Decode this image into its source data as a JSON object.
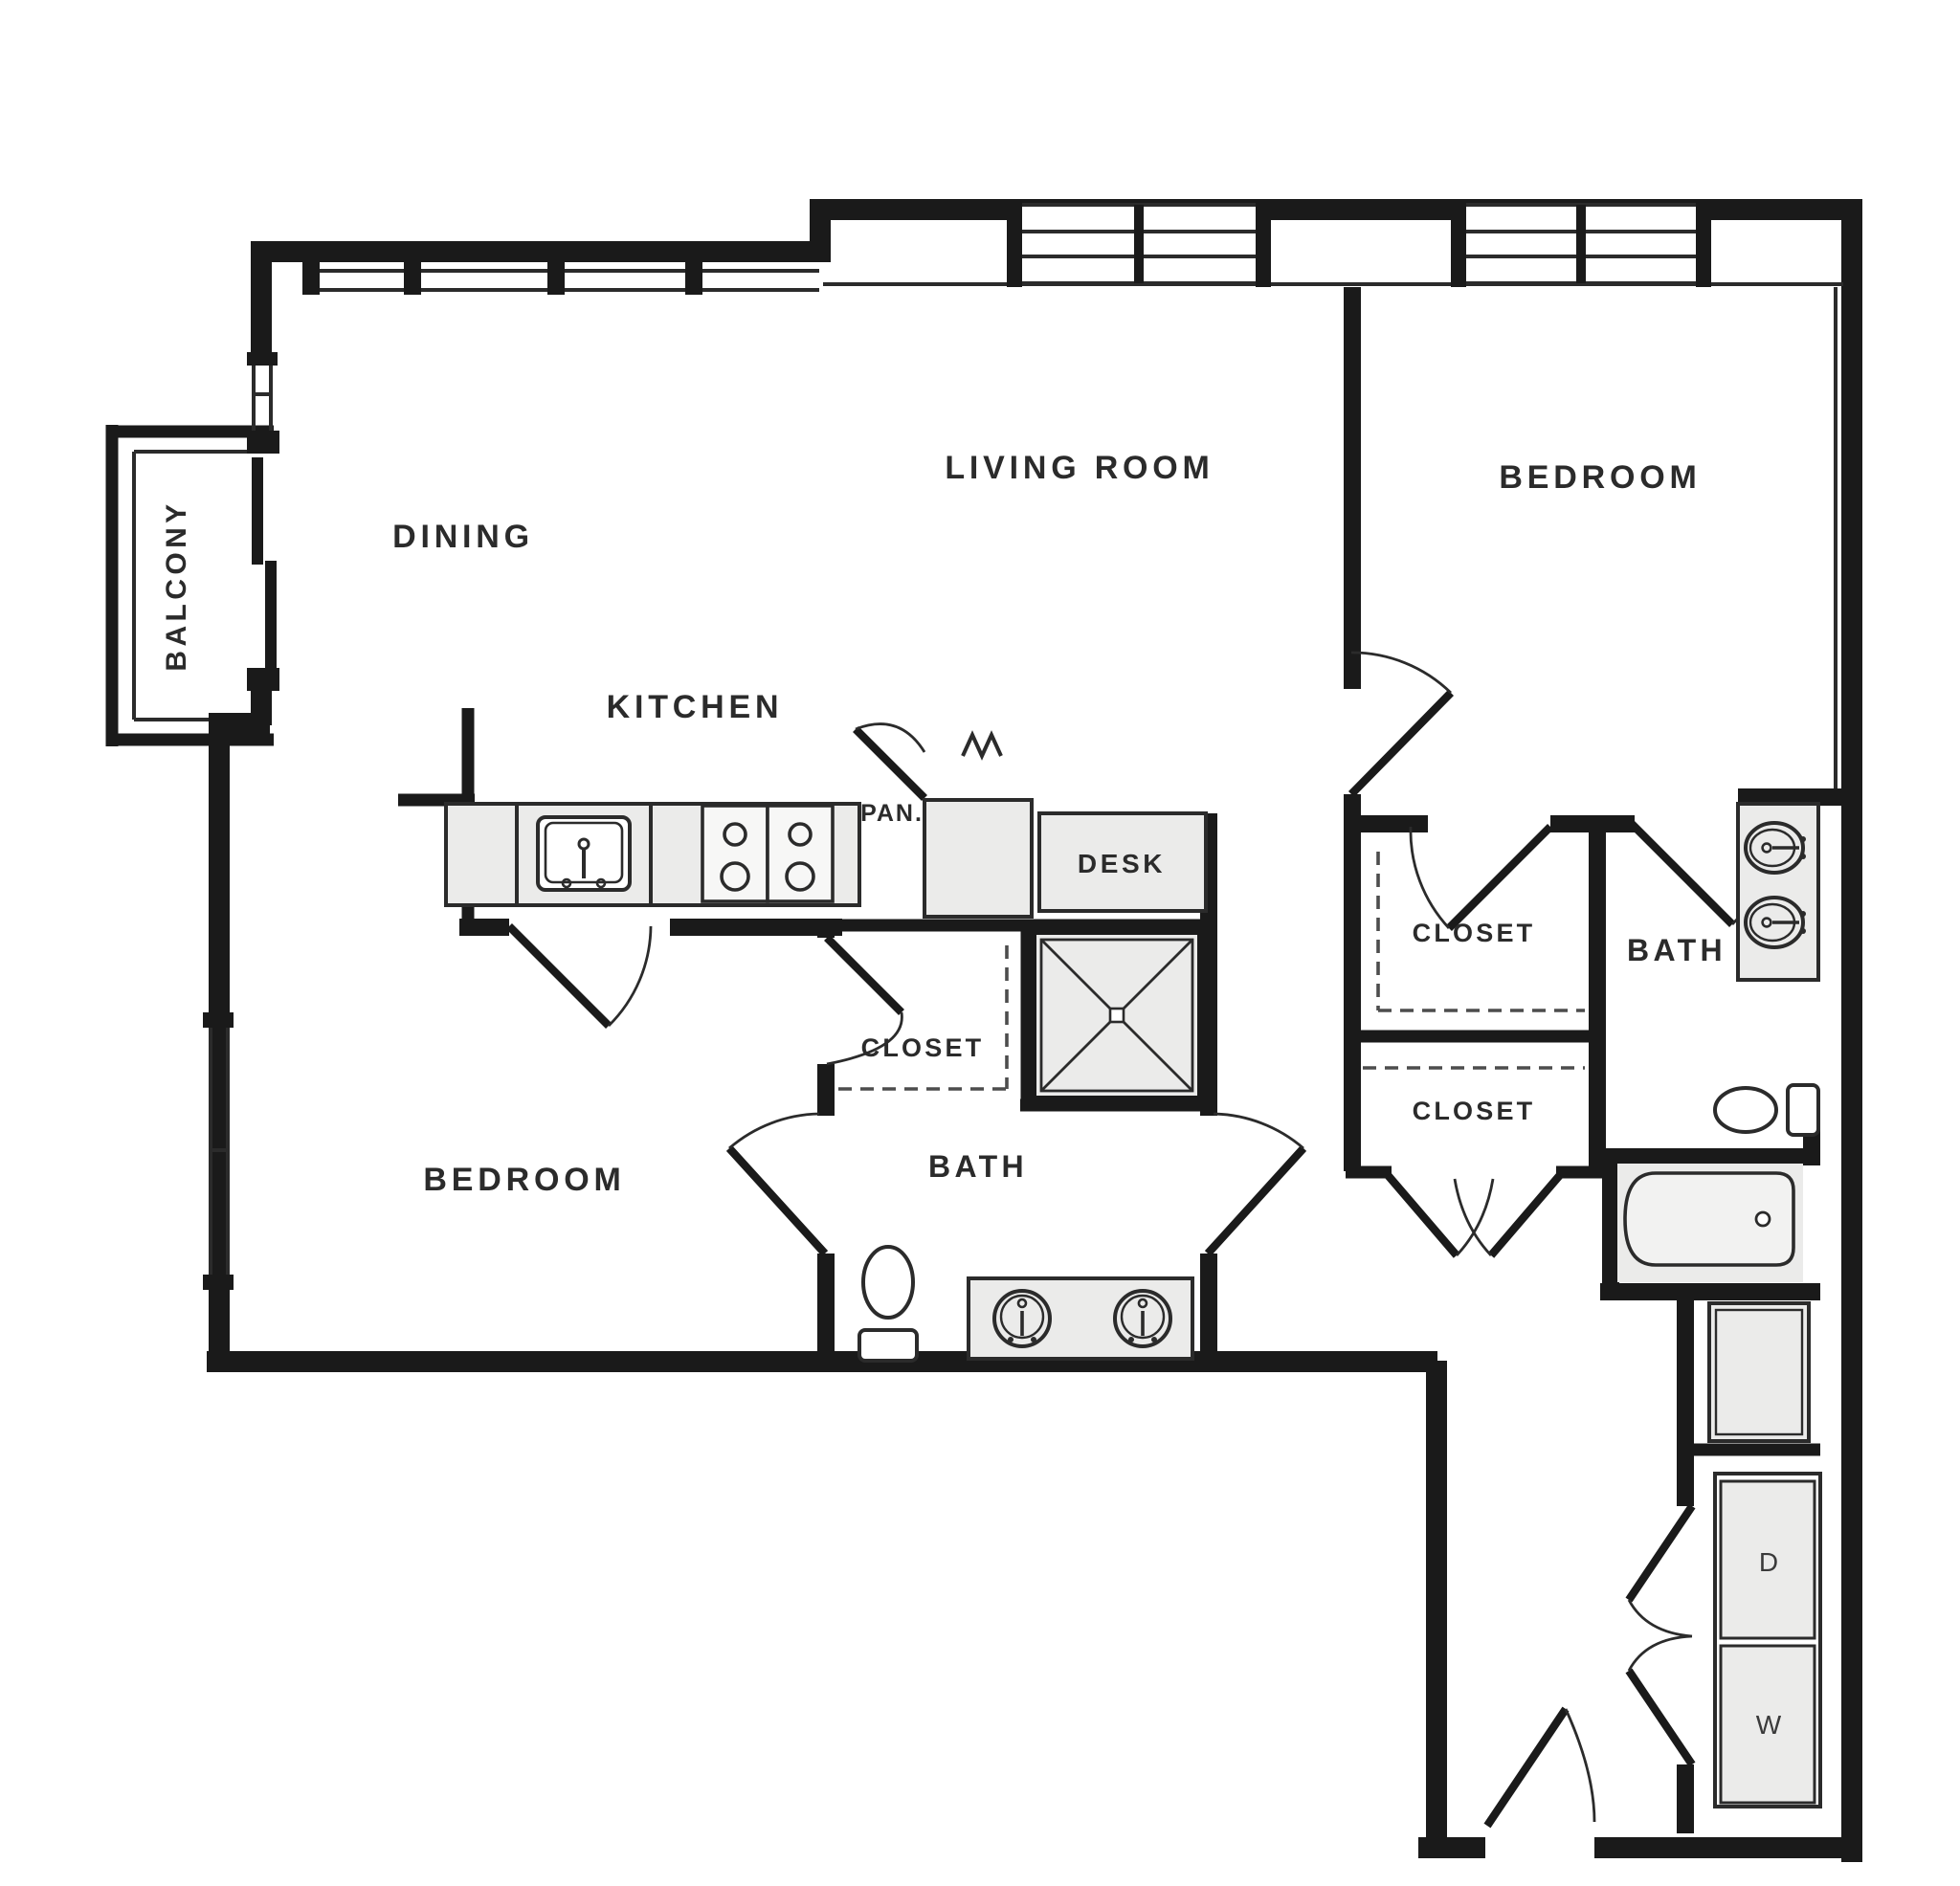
{
  "colors": {
    "wall": "#1a1a1a",
    "fixture_fill": "#ebebea",
    "line": "#2b2b2b",
    "background": "#ffffff"
  },
  "rooms": {
    "balcony": {
      "label": "BALCONY"
    },
    "dining": {
      "label": "DINING"
    },
    "living_room": {
      "label": "LIVING ROOM"
    },
    "bedroom_top": {
      "label": "BEDROOM"
    },
    "kitchen": {
      "label": "KITCHEN"
    },
    "pantry": {
      "label": "PAN."
    },
    "desk": {
      "label": "DESK"
    },
    "closet_left": {
      "label": "CLOSET"
    },
    "bedroom_lower": {
      "label": "BEDROOM"
    },
    "bath_center": {
      "label": "BATH"
    },
    "closet_upper_right": {
      "label": "CLOSET"
    },
    "closet_lower_right": {
      "label": "CLOSET"
    },
    "bath_right": {
      "label": "BATH"
    },
    "dryer": {
      "label": "D"
    },
    "washer": {
      "label": "W"
    }
  }
}
